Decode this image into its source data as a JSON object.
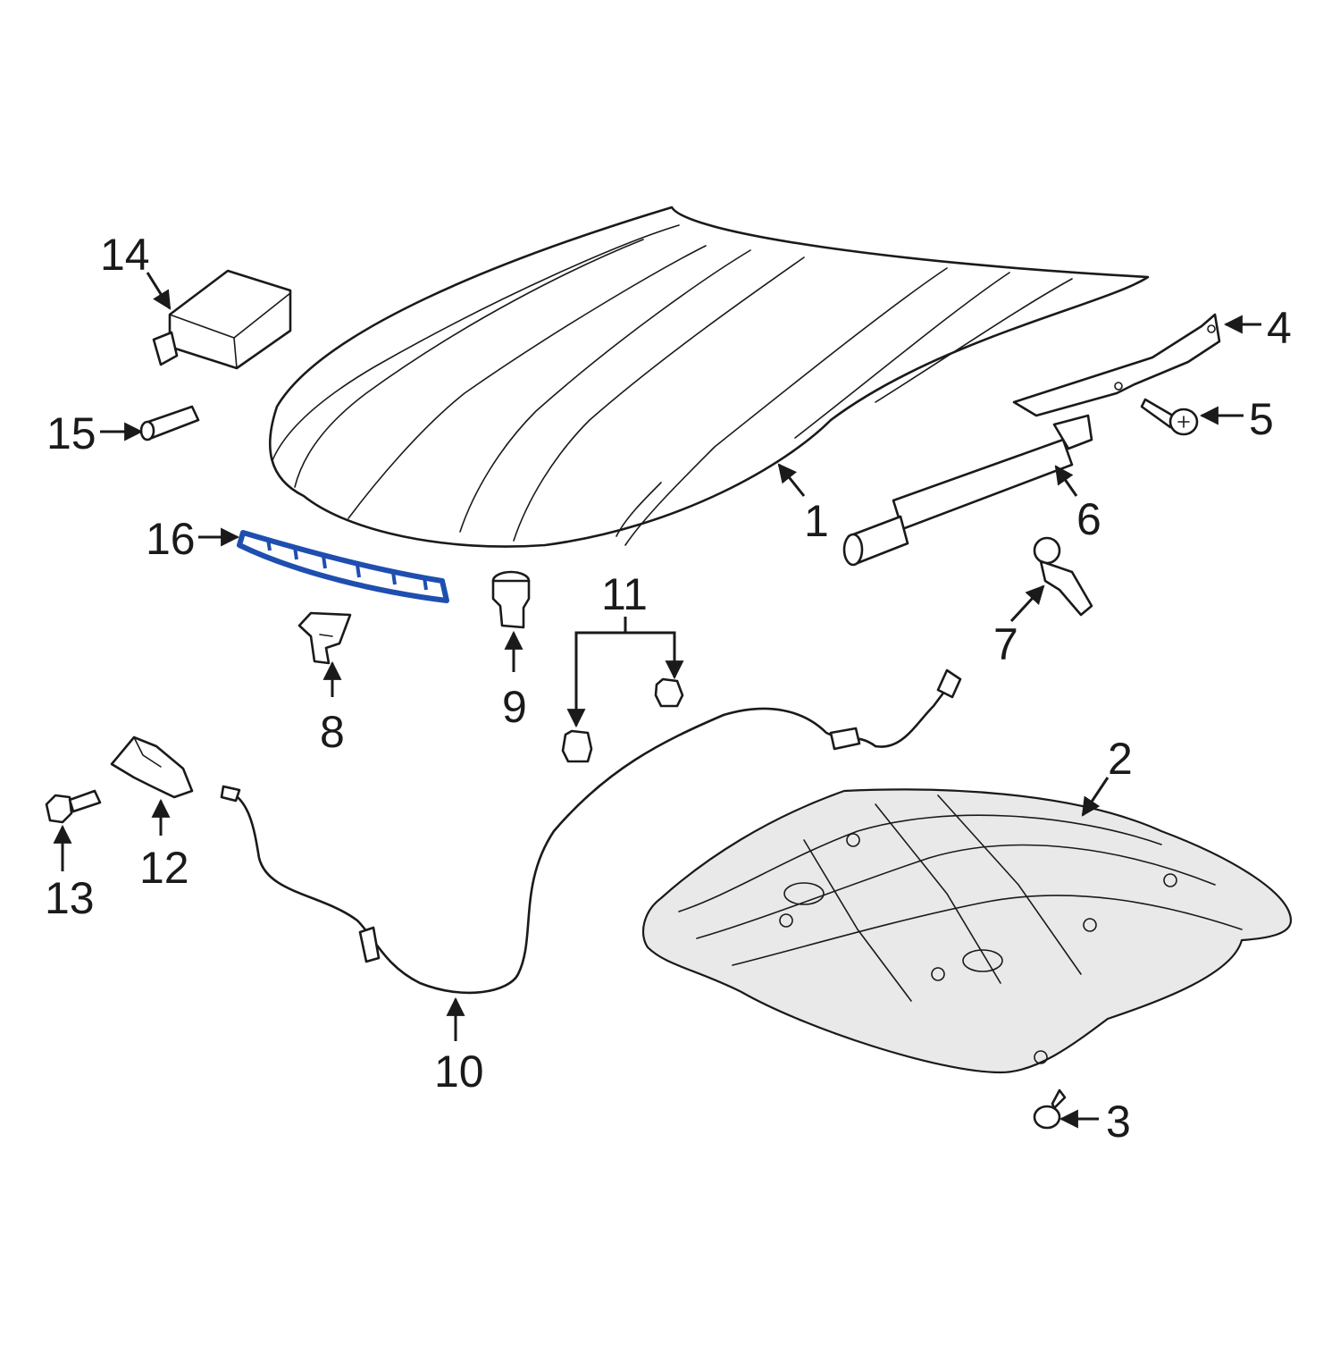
{
  "diagram": {
    "colors": {
      "line": "#1a1a1a",
      "highlight": "#1e4fb0",
      "background": "#ffffff"
    },
    "callouts": [
      "1",
      "2",
      "3",
      "4",
      "5",
      "6",
      "7",
      "8",
      "9",
      "10",
      "11",
      "12",
      "13",
      "14",
      "15",
      "16"
    ],
    "highlighted_callout": "16"
  }
}
